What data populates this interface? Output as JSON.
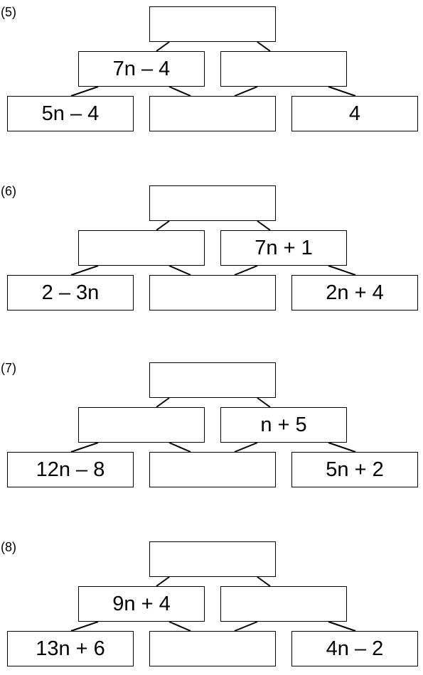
{
  "puzzles": [
    {
      "label": "(5)",
      "top": "",
      "middle": [
        "7n – 4",
        ""
      ],
      "bottom": [
        "5n – 4",
        "",
        "4"
      ]
    },
    {
      "label": "(6)",
      "top": "",
      "middle": [
        "",
        "7n + 1"
      ],
      "bottom": [
        "2 – 3n",
        "",
        "2n + 4"
      ]
    },
    {
      "label": "(7)",
      "top": "",
      "middle": [
        "",
        "n + 5"
      ],
      "bottom": [
        "12n – 8",
        "",
        "5n + 2"
      ]
    },
    {
      "label": "(8)",
      "top": "",
      "middle": [
        "9n + 4",
        ""
      ],
      "bottom": [
        "13n + 6",
        "",
        "4n – 2"
      ]
    }
  ]
}
